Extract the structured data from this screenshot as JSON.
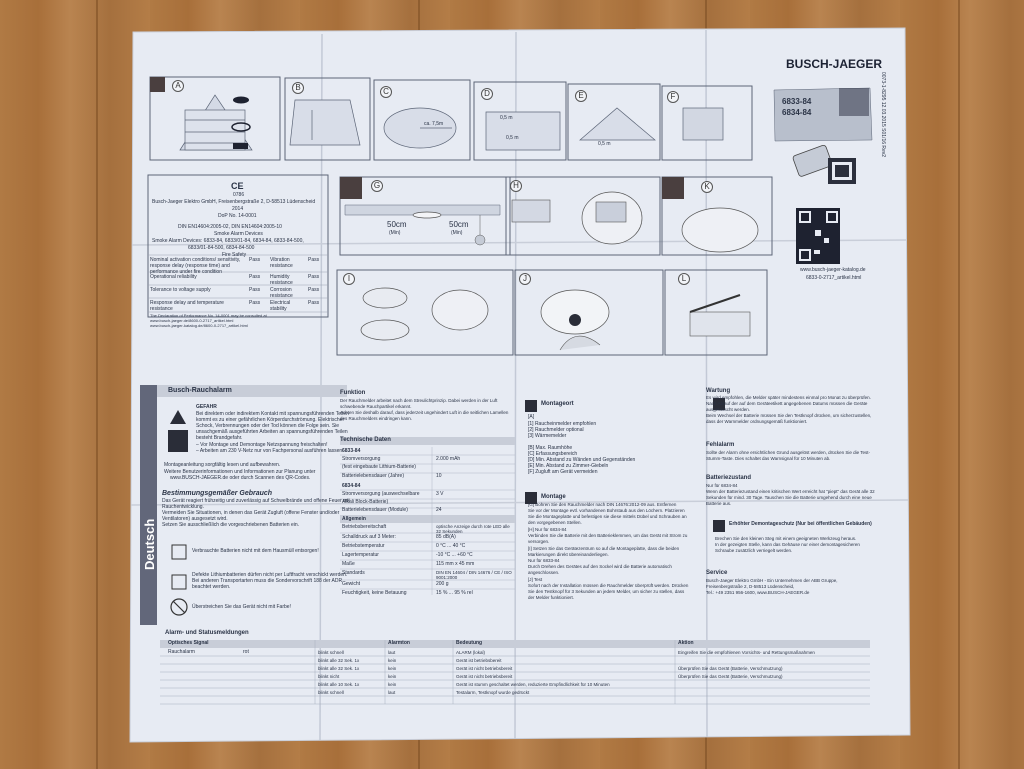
{
  "brand": {
    "name": "BUSCH-JAEGER"
  },
  "product": {
    "models": [
      "6833-84",
      "6834-84"
    ],
    "doc_code": "0073-1-8295 12.03.2015 S01/16 Rev2"
  },
  "qr": {
    "caption1": "www.busch-jaeger-katalog.de",
    "caption2": "6833-0-2717_artikel.html"
  },
  "panels": [
    "A",
    "B",
    "C",
    "D",
    "E",
    "F",
    "G",
    "H",
    "K",
    "I",
    "J",
    "L"
  ],
  "dims": {
    "c": "ca. 7,5m",
    "d1": "0,5 m",
    "d2": "0,5 m",
    "e": "0,5 m",
    "g_left": "50cm",
    "g_left_sub": "(Min)",
    "g_right": "50cm",
    "g_right_sub": "(Min)"
  },
  "declaration": {
    "ce": "CE",
    "year_code": "0786",
    "lines": [
      "Busch-Jaeger Elektro GmbH, Freisenbergstraße 2, D-58513 Lüdenscheid",
      "2014",
      "DoP No. 14-0001",
      "",
      "DIN EN14604:2005-02, DIN EN14604:2005-10",
      "Smoke Alarm Devices",
      "Smoke Alarm Devices: 6833-84, 6833/01-84, 6834-84, 6833-84-500,",
      "6833/01-84-500, 6834-84-500",
      "Fire Safety"
    ],
    "table": [
      [
        "Nominal activation conditions/ sensitivity, response delay (response time) and performance under fire condition",
        "Pass",
        "Vibration resistance",
        "Pass"
      ],
      [
        "Operational reliability",
        "Pass",
        "Humidity resistance",
        "Pass"
      ],
      [
        "Tolerance to voltage supply",
        "Pass",
        "Corrosion resistance",
        "Pass"
      ],
      [
        "Response delay and temperature resistance",
        "Pass",
        "Electrical stability",
        "Pass"
      ]
    ],
    "footer": [
      "The Declaration of Performance No. 14-0001 may be consulted at",
      "www.busch-jaeger.de/8600-0-2717_artikel.html",
      "www.busch-jaeger-katalog.de/8600-0-2717_artikel.html"
    ]
  },
  "sidebar_language": "Deutsch",
  "main": {
    "title": "Busch-Rauchalarm",
    "danger_title": "GEFAHR",
    "danger_text": [
      "Bei direktem oder indirektem Kontakt mit spannungsführenden Teilen",
      "kommt es zu einer gefährlichen Körperdurchströmung. Elektrischer",
      "Schock, Verbrennungen oder der Tod können die Folge sein. Sie",
      "unsachgemäß ausgeführten Arbeiten an spannungsführenden Teilen",
      "besteht Brandgefahr.",
      "–  Vor Montage und Demontage Netzspannung freischalten!",
      "–  Arbeiten am 230 V-Netz nur von Fachpersonal ausführen lassen."
    ],
    "bullets": [
      "Montageanleitung sorgfältig lesen und aufbewahren.",
      "Weitere Benutzerinformationen und Informationen zur Planung unter",
      "www.BUSCH-JAEGER.de oder durch Scannen des QR-Codes."
    ],
    "usage_title": "Bestimmungsgemäßer Gebrauch",
    "usage_text": [
      "Das Gerät reagiert frühzeitig und zuverlässig auf Schwelbrände und offene Feuer mit",
      "Rauchentwicklung.",
      "Vermeiden Sie Situationen, in denen das Gerät Zugluft (offene Fenster und/oder",
      "Ventilatoren) ausgesetzt wird.",
      "Setzen Sie ausschließlich die vorgeschriebenen Batterien ein."
    ],
    "warnings": [
      "Verbrauchte Batterien nicht mit dem Hausmüll entsorgen!",
      "Defekte Lithiumbatterien dürfen nicht per Luftfracht verschickt werden.",
      "Bei anderen Transportarten muss die Sondervorschrift 188 der ADR",
      "beachtet werden.",
      "Überstreichen Sie das Gerät nicht mit Farbe!"
    ]
  },
  "function": {
    "title": "Funktion",
    "text": [
      "Der Rauchmelder arbeitet nach dem Streulichtprinzip. Dabei werden in der Luft",
      "schwebende Rauchpartikel erkannt.",
      "Achten Sie deshalb darauf, dass jederzeit ungehindert Luft in die seitlichen Lamellen",
      "des Rauchmelders eindringen kann."
    ]
  },
  "tech": {
    "title": "Technische Daten",
    "groups": [
      {
        "name": "6833-84",
        "rows": [
          [
            "Stromversorgung",
            "2.000 mAh"
          ],
          [
            "(fest eingebaute Lithium-Batterie)",
            ""
          ],
          [
            "Batterielebensdauer (Jahre)",
            "10"
          ]
        ]
      },
      {
        "name": "6834-84",
        "rows": [
          [
            "Stromversorgung (auswechselbare",
            "3 V"
          ],
          [
            "Alkali Block-Batterie)",
            ""
          ],
          [
            "Batterielebensdauer (Module)",
            "24"
          ]
        ]
      },
      {
        "name": "Allgemein",
        "rows": [
          [
            "Betriebsbereitschaft",
            "optische Anzeige durch rote LED alle 32 Sekunden"
          ],
          [
            "Schalldruck auf 3 Meter:",
            "85 dB(A)"
          ],
          [
            "Betriebstemperatur",
            "0 °C ... 40 °C"
          ],
          [
            "Lagertemperatur",
            "-10 °C ... +60 °C"
          ],
          [
            "Maße",
            "115 mm x 45 mm"
          ],
          [
            "Standards",
            "DIN EN 14604 / DIN 14676 / CE / ISO 9001:2000"
          ],
          [
            "Gewicht",
            "200 g"
          ],
          [
            "Feuchtigkeit, keine Betauung",
            "15 % ... 95 % rel"
          ]
        ]
      }
    ]
  },
  "montageort": {
    "title": "Montageort",
    "a_label": "[A]",
    "a_items": [
      "[1]   Raucheinmelder empfohlen",
      "[2]   Rauchmelder optional",
      "[3]   Wärmemelder"
    ],
    "b_items": [
      "[B]   Max. Raumhöhe",
      "[C]   Erfassungsbereich",
      "[D]   Min. Abstand zu Wänden und Gegenständen",
      "[E]   Min. Abstand zu Zimmer-Giebeln",
      "[F]   Zugluft am Gerät vermeiden"
    ]
  },
  "montage": {
    "title": "Montage",
    "text": [
      "[G]   Bohren Sie den Rauchmelder nach DIN 14676:2012-09 aus. Entfernen",
      "         Sie vor der Montage evtl. vorhandenen Bohrstaub aus den Löchern. Platzieren",
      "         Sie die Montageplatte und befestigen sie diese mittels Dübel und Schrauben an",
      "         den vorgegebenen Stellen.",
      "[H]   Nur für 6834-84",
      "         Verbinden Sie die Batterie mit den Batterieklemmen, um das Gerät mit Strom zu",
      "         versorgen.",
      "[I]    Setzen Sie das Gerätezentrum so auf die Montageplatte, dass die beiden",
      "         Markierungen direkt übereinanderliegen.",
      "         Nur für 6833-84",
      "         Durch Drehen des Gerätes auf den Sockel wird die Batterie automatisch",
      "         angeschlossen.",
      "[J]    Test",
      "         Sofort nach der Installation müssen die Rauchmelder überprüft werden. Drücken",
      "         Sie den Testknopf für 3 Sekunden an jedem Melder, um sicher zu stellen, dass",
      "         der Melder funktioniert."
    ]
  },
  "wartung": {
    "title": "Wartung",
    "text": [
      "Es wird empfohlen, die Melder später mindestens einmal pro Monat zu überprüfen.",
      "Nach Ablauf der auf dem Geräteetikett angegebenen Datums müssen die Geräte",
      "ausgetauscht werden.",
      "Beim Wechsel der Batterie müssen Sie den Testknopf drücken, um sicherzustellen,",
      "dass der Warnmelder ordnungsgemäß funktioniert."
    ]
  },
  "fehlalarm": {
    "title": "Fehlalarm",
    "text": [
      "Sollte der Alarm ohne ersichtlichen Grund ausgelöst werden, drücken Sie die Test-",
      "Stumm-Taste. Dies schaltet das Warnsignal für 10 Minuten ab."
    ]
  },
  "batterie": {
    "title": "Batteriezustand",
    "text": [
      "Nur für 6834-84",
      "Wenn der Batteriezustand einen kritischen Wert erreicht hat \"piept\" das Gerät alle 32",
      "Sekunden für mind. 30 Tage. Tauschen Sie die Batterie umgehend durch eine neue",
      "Batterie aus."
    ]
  },
  "demontage": {
    "title": "Erhöhter Demontageschutz (Nur bei öffentlichen Gebäuden)",
    "text": [
      "Brechen Sie den kleinen Steg mit einem geeigneten Werkzeug heraus.",
      "In der gezeigten Stelle, kann das Gehäuse nur einer demontagesicheren",
      "Schraube zusätzlich verriegelt werden."
    ]
  },
  "service": {
    "title": "Service",
    "text": [
      "Busch-Jaeger Elektro GmbH - Ein Unternehmen der ABB Gruppe,",
      "Freisenbergstraße 2, D-58513 Lüdenscheid,",
      "Tel.: +49 2351 956-1600, www.BUSCH-JAEGER.de"
    ]
  },
  "alarm_table": {
    "title": "Alarm- und Statusmeldungen",
    "headers": [
      "Optisches Signal",
      "",
      "Alarmton",
      "Bedeutung",
      "Aktion"
    ],
    "first_label": "Rauchalarm",
    "first_col2": "rot",
    "rows": [
      [
        "blinkt schnell",
        "laut",
        "ALARM (lokal)",
        "Eingreifen Sie die empfohlenen Vorsichts- und Rettungsmaßnahmen"
      ],
      [
        "blinkt alle 32 Sek. 1x",
        "kein",
        "Gerät ist betriebsbereit",
        ""
      ],
      [
        "blinkt alle 32 Sek. 1x",
        "kein",
        "Gerät ist nicht betriebsbereit",
        "Überprüfen Sie das Gerät (Batterie, Verschmutzung)"
      ],
      [
        "blinkt nicht",
        "kein",
        "Gerät ist nicht betriebsbereit",
        "Überprüfen Sie das Gerät (Batterie, Verschmutzung)"
      ],
      [
        "blinkt alle 10 Sek. 1x",
        "kein",
        "Gerät ist stumm geschaltet werden, reduzierte Empfindlichkeit für 10 Minuten",
        ""
      ],
      [
        "blinkt schnell",
        "laut",
        "Testalarm, Testknopf wurde gedrückt",
        ""
      ]
    ]
  }
}
